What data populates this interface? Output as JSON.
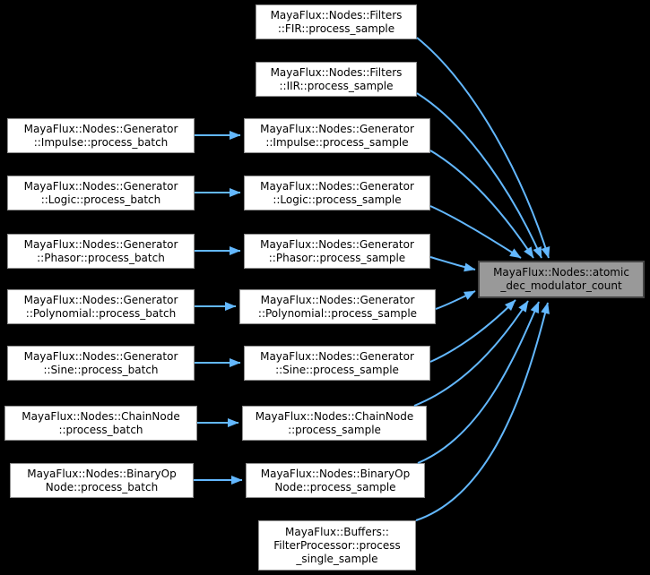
{
  "diagram": {
    "kind": "doxygen-caller-graph",
    "colors": {
      "edge": "#63b8ff",
      "node_fill": "#ffffff",
      "node_border": "#909090",
      "node_text": "#000000",
      "focus_fill": "#999999",
      "focus_border": "#444444",
      "bg": "#000000"
    },
    "nodes": {
      "impulse_batch": {
        "label": "MayaFlux::Nodes::Generator\n::Impulse::process_batch"
      },
      "logic_batch": {
        "label": "MayaFlux::Nodes::Generator\n::Logic::process_batch"
      },
      "phasor_batch": {
        "label": "MayaFlux::Nodes::Generator\n::Phasor::process_batch"
      },
      "polynomial_batch": {
        "label": "MayaFlux::Nodes::Generator\n::Polynomial::process_batch"
      },
      "sine_batch": {
        "label": "MayaFlux::Nodes::Generator\n::Sine::process_batch"
      },
      "chainnode_batch": {
        "label": "MayaFlux::Nodes::ChainNode\n::process_batch"
      },
      "binaryop_batch": {
        "label": "MayaFlux::Nodes::BinaryOp\nNode::process_batch"
      },
      "fir_sample": {
        "label": "MayaFlux::Nodes::Filters\n::FIR::process_sample"
      },
      "iir_sample": {
        "label": "MayaFlux::Nodes::Filters\n::IIR::process_sample"
      },
      "impulse_sample": {
        "label": "MayaFlux::Nodes::Generator\n::Impulse::process_sample"
      },
      "logic_sample": {
        "label": "MayaFlux::Nodes::Generator\n::Logic::process_sample"
      },
      "phasor_sample": {
        "label": "MayaFlux::Nodes::Generator\n::Phasor::process_sample"
      },
      "polynomial_sample": {
        "label": "MayaFlux::Nodes::Generator\n::Polynomial::process_sample"
      },
      "sine_sample": {
        "label": "MayaFlux::Nodes::Generator\n::Sine::process_sample"
      },
      "chainnode_sample": {
        "label": "MayaFlux::Nodes::ChainNode\n::process_sample"
      },
      "binaryop_sample": {
        "label": "MayaFlux::Nodes::BinaryOp\nNode::process_sample"
      },
      "filterprocessor_single": {
        "label": "MayaFlux::Buffers::\nFilterProcessor::process\n_single_sample"
      },
      "atomic_dec": {
        "label": "MayaFlux::Nodes::atomic\n_dec_modulator_count"
      }
    },
    "edges": [
      {
        "from": "impulse_batch",
        "to": "impulse_sample"
      },
      {
        "from": "logic_batch",
        "to": "logic_sample"
      },
      {
        "from": "phasor_batch",
        "to": "phasor_sample"
      },
      {
        "from": "polynomial_batch",
        "to": "polynomial_sample"
      },
      {
        "from": "sine_batch",
        "to": "sine_sample"
      },
      {
        "from": "chainnode_batch",
        "to": "chainnode_sample"
      },
      {
        "from": "binaryop_batch",
        "to": "binaryop_sample"
      },
      {
        "from": "fir_sample",
        "to": "atomic_dec"
      },
      {
        "from": "iir_sample",
        "to": "atomic_dec"
      },
      {
        "from": "impulse_sample",
        "to": "atomic_dec"
      },
      {
        "from": "logic_sample",
        "to": "atomic_dec"
      },
      {
        "from": "phasor_sample",
        "to": "atomic_dec"
      },
      {
        "from": "polynomial_sample",
        "to": "atomic_dec"
      },
      {
        "from": "sine_sample",
        "to": "atomic_dec"
      },
      {
        "from": "chainnode_sample",
        "to": "atomic_dec"
      },
      {
        "from": "binaryop_sample",
        "to": "atomic_dec"
      },
      {
        "from": "filterprocessor_single",
        "to": "atomic_dec"
      }
    ]
  }
}
